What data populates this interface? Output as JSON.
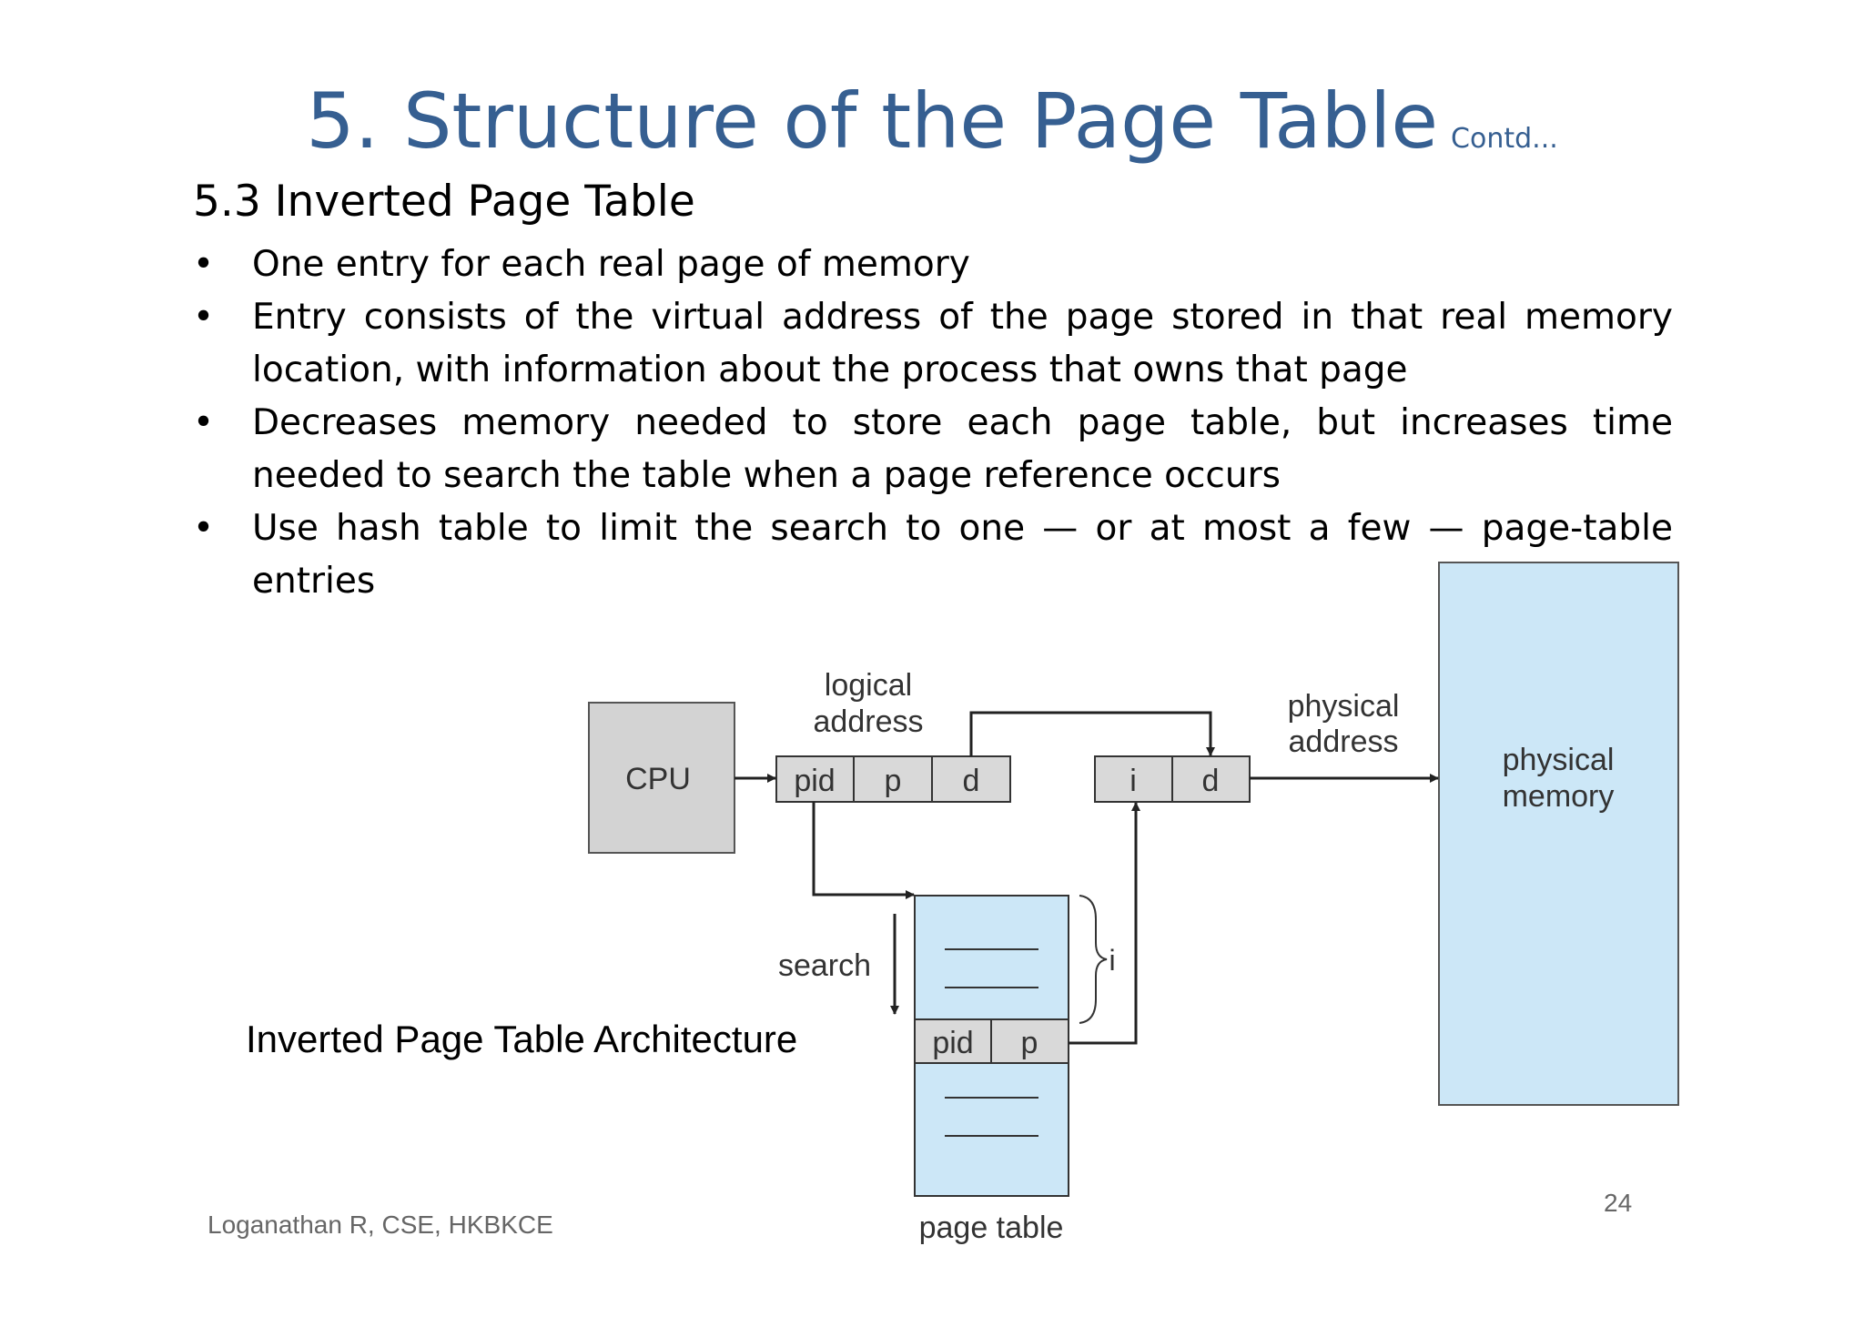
{
  "title": {
    "main": "5. Structure of the Page Table",
    "suffix": "Contd..."
  },
  "subtitle": "5.3 Inverted Page Table",
  "bullets": [
    "One entry for each real page of memory",
    "Entry consists of the virtual address of the page stored in that real memory location, with information about the process that owns that page",
    "Decreases memory needed to store each page table, but increases time needed to search the table when a page reference occurs",
    "Use hash table to limit the search to one — or at most a few — page-table entries"
  ],
  "diagram": {
    "cpu": "CPU",
    "logical_address_label": [
      "logical",
      "address"
    ],
    "logical_fields": [
      "pid",
      "p",
      "d"
    ],
    "physical_fields": [
      "i",
      "d"
    ],
    "physical_address_label": [
      "physical",
      "address"
    ],
    "physical_memory_label": [
      "physical",
      "memory"
    ],
    "search_label": "search",
    "index_label": "i",
    "entry_fields": [
      "pid",
      "p"
    ],
    "page_table_label": "page table",
    "caption": "Inverted Page Table Architecture",
    "colors": {
      "cpu_fill": "#d3d3d3",
      "field_fill": "#d9d9d9",
      "memory_fill": "#cce7f7",
      "stroke": "#333333"
    }
  },
  "footer": "Loganathan R, CSE, HKBKCE",
  "page_number": "24"
}
